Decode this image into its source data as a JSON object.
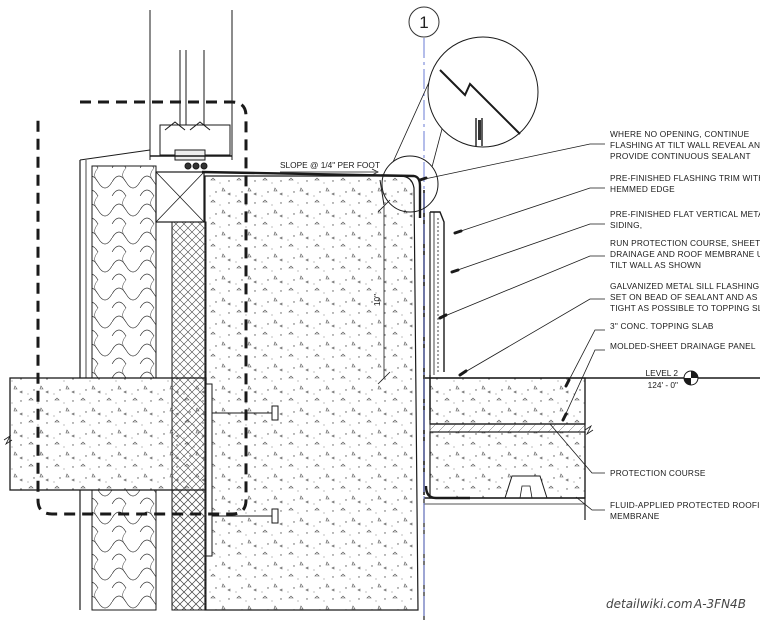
{
  "detail": {
    "grid_bubble": "1",
    "slope_note": "SLOPE @ 1/4\" PER FOOT",
    "dimension": "10\"",
    "level_name": "LEVEL 2",
    "level_elev": "124' - 0\"",
    "watermark_site": "detailwiki.com",
    "watermark_code": "A-3FN4B"
  },
  "callouts": [
    {
      "lines": [
        "WHERE NO OPENING, CONTINUE",
        "FLASHING AT TILT WALL REVEAL AND",
        "PROVIDE CONTINUOUS SEALANT"
      ]
    },
    {
      "lines": [
        "PRE-FINISHED FLASHING TRIM WITH",
        "HEMMED EDGE"
      ]
    },
    {
      "lines": [
        "PRE-FINISHED FLAT VERTICAL METAL",
        "SIDING,"
      ]
    },
    {
      "lines": [
        "RUN PROTECTION COURSE, SHEET",
        "DRAINAGE AND ROOF MEMBRANE UP",
        "TILT WALL AS SHOWN"
      ]
    },
    {
      "lines": [
        "GALVANIZED METAL SILL FLASHING.",
        "SET ON BEAD OF SEALANT AND AS",
        "TIGHT AS POSSIBLE TO TOPPING SLAB,"
      ]
    },
    {
      "lines": [
        "3\" CONC. TOPPING SLAB"
      ]
    },
    {
      "lines": [
        "MOLDED-SHEET DRAINAGE PANEL"
      ]
    },
    {
      "lines": [
        "PROTECTION COURSE"
      ]
    },
    {
      "lines": [
        "FLUID-APPLIED PROTECTED ROOFING",
        "MEMBRANE"
      ]
    }
  ],
  "colors": {
    "line": "#1a1a1a",
    "grid_line": "#6a7bd6",
    "hatch": "#555555"
  }
}
